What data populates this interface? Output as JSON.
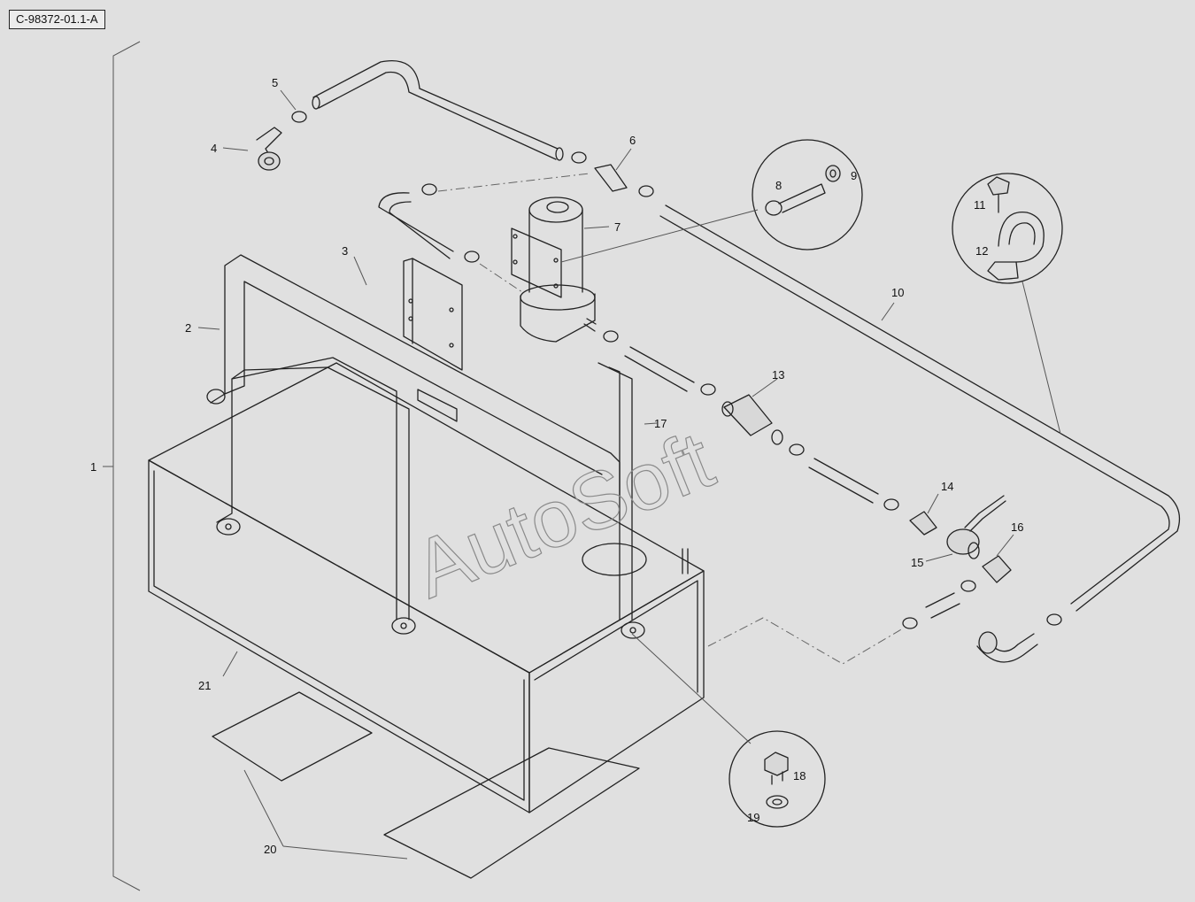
{
  "reference_code": "C-98372-01.1-A",
  "watermark": "AutoSoft",
  "callouts": [
    "1",
    "2",
    "3",
    "4",
    "5",
    "6",
    "7",
    "8",
    "9",
    "10",
    "11",
    "12",
    "13",
    "14",
    "15",
    "16",
    "17",
    "18",
    "19",
    "20",
    "21"
  ]
}
